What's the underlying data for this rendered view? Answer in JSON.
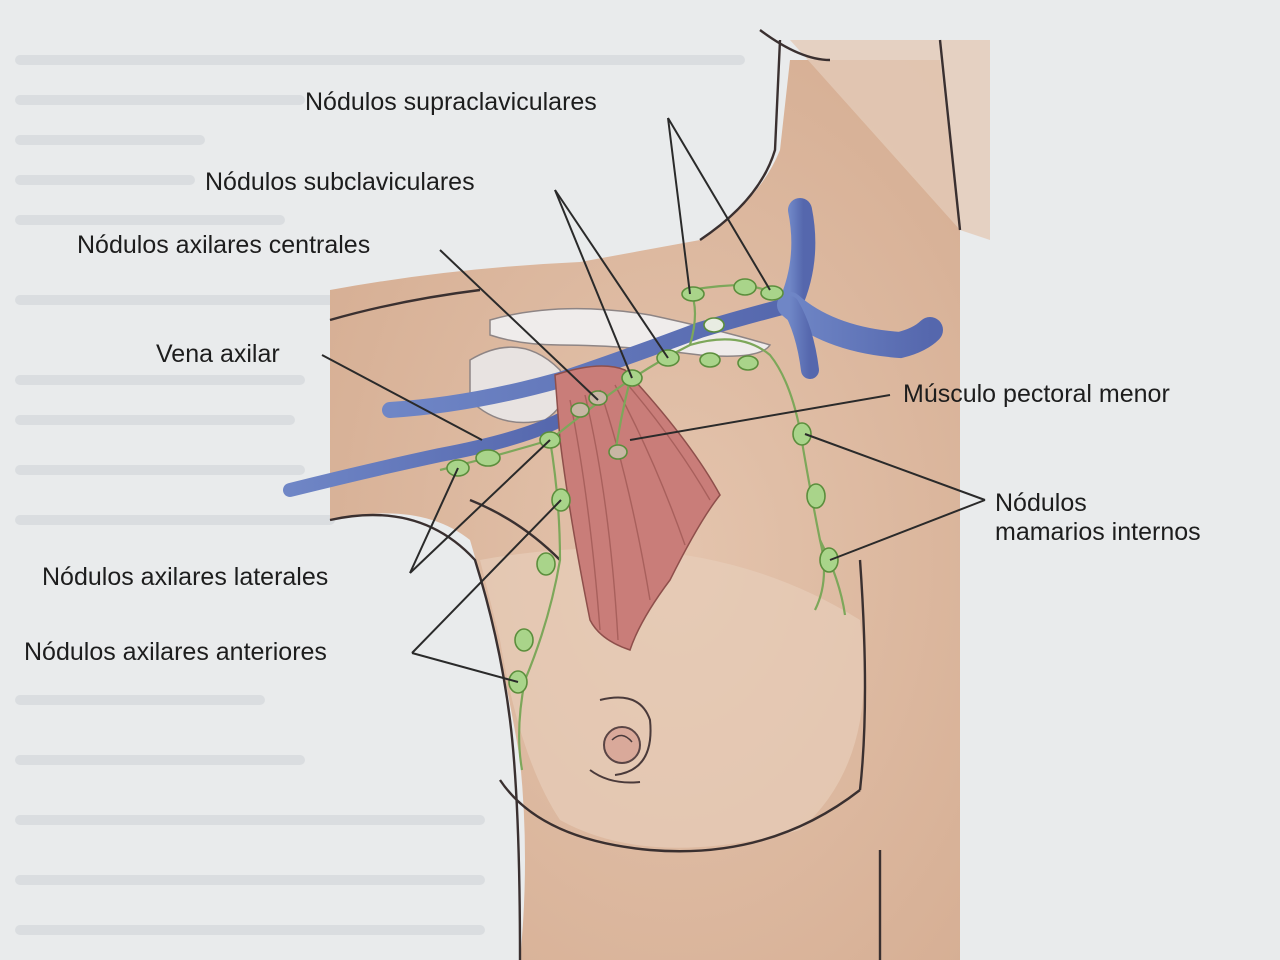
{
  "labels": {
    "supraclavicular": "Nódulos supraclaviculares",
    "subclavicular": "Nódulos subclaviculares",
    "central": "Nódulos axilares centrales",
    "axillary_vein": "Vena axilar",
    "pectoralis_minor": "Músculo pectoral menor",
    "internal_mammary_line1": "Nódulos",
    "internal_mammary_line2": "mamarios internos",
    "lateral": "Nódulos axilares laterales",
    "anterior": "Nódulos axilares anteriores"
  },
  "colors": {
    "page": "#e9ebec",
    "skin": "#ddb99f",
    "skin_light": "#ead3c2",
    "vein": "#5f74b8",
    "muscle": "#c97d79",
    "node": "#a9d48a",
    "node_stroke": "#5b8e3c",
    "leader": "#2a2a2a"
  }
}
